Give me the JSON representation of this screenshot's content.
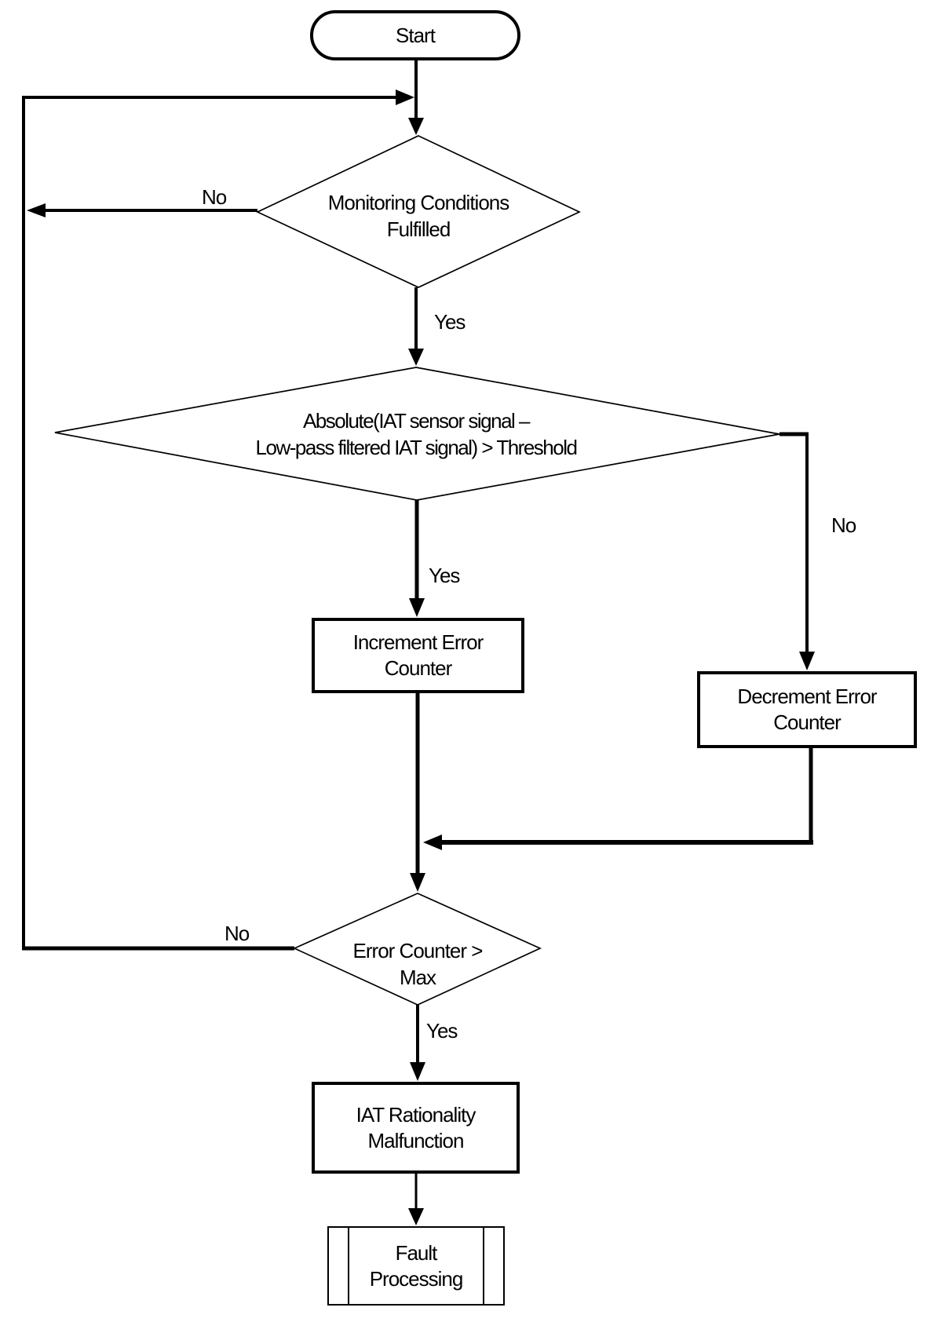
{
  "diagram": {
    "background": "#ffffff",
    "stroke_color": "#000000",
    "nodes": {
      "start": {
        "type": "terminator",
        "label": "Start"
      },
      "monitoring": {
        "type": "decision",
        "line1": "Monitoring Conditions",
        "line2": "Fulfilled"
      },
      "absolute": {
        "type": "decision",
        "line1": "Absolute(IAT sensor signal –",
        "line2": "Low-pass filtered IAT signal) > Threshold"
      },
      "increment": {
        "type": "process",
        "line1": "Increment Error",
        "line2": "Counter"
      },
      "decrement": {
        "type": "process",
        "line1": "Decrement Error",
        "line2": "Counter"
      },
      "error_counter": {
        "type": "decision",
        "line1": "Error Counter >",
        "line2": "Max"
      },
      "malfunction": {
        "type": "process",
        "line1": "IAT Rationality",
        "line2": "Malfunction"
      },
      "fault_processing": {
        "type": "predefined_process",
        "line1": "Fault",
        "line2": "Processing"
      }
    },
    "edge_labels": {
      "monitoring_no": "No",
      "monitoring_yes": "Yes",
      "absolute_yes": "Yes",
      "absolute_no": "No",
      "error_counter_no": "No",
      "error_counter_yes": "Yes"
    }
  }
}
